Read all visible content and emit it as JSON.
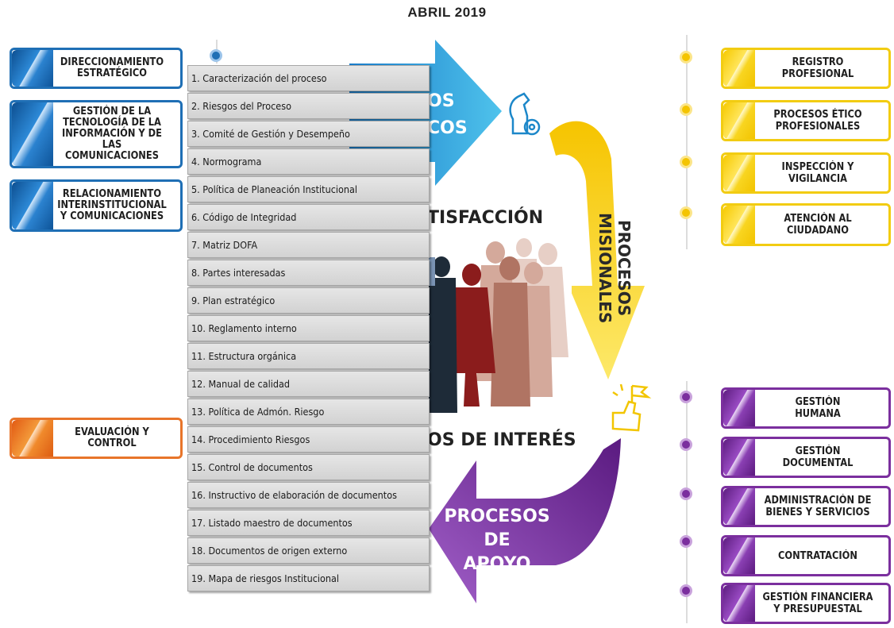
{
  "header": {
    "title": "ABRIL 2019"
  },
  "left_tabs": [
    {
      "label": "DIRECCIONAMIENTO\nESTRATÉGICO"
    },
    {
      "label": "GESTIÓN DE LA\nTECNOLOGÍA DE LA\nINFORMACIÓN Y DE LAS\nCOMUNICACIONES"
    },
    {
      "label": "RELACIONAMIENTO\nINTERINSTITUCIONAL\nY COMUNICACIONES"
    },
    {
      "label": "EVALUACIÓN Y\nCONTROL"
    }
  ],
  "right_misionales": [
    {
      "label": "REGISTRO\nPROFESIONAL"
    },
    {
      "label": "PROCESOS ÉTICO\nPROFESIONALES"
    },
    {
      "label": "INSPECCIÓN Y\nVIGILANCIA"
    },
    {
      "label": "ATENCIÓN AL\nCIUDADANO"
    }
  ],
  "right_apoyo": [
    {
      "label": "GESTIÓN\nHUMANA"
    },
    {
      "label": "GESTIÓN\nDOCUMENTAL"
    },
    {
      "label": "ADMINISTRACIÓN DE\nBIENES Y SERVICIOS"
    },
    {
      "label": "CONTRATACIÓN"
    },
    {
      "label": "GESTIÓN FINANCIERA\nY PRESUPUESTAL"
    }
  ],
  "center": {
    "estrategicos_line1": "OS",
    "estrategicos_line2": "COS",
    "satisfaccion": "TISFACCIÓN",
    "misionales_line1": "PROCESOS",
    "misionales_line2": "MISIONALES",
    "interes": "OS DE INTERÉS",
    "apoyo": "PROCESOS DE\nAPOYO"
  },
  "documents": [
    "1. Caracterización del proceso",
    "2. Riesgos del Proceso",
    "3. Comité de Gestión y Desempeño",
    "4.  Normograma",
    "5. Política de Planeación Institucional",
    "6. Código de Integridad",
    "7. Matriz DOFA",
    "8. Partes interesadas",
    "9. Plan estratégico",
    "10. Reglamento interno",
    "11. Estructura orgánica",
    "12. Manual de calidad",
    "13. Política de Admón. Riesgo",
    "14.  Procedimiento Riesgos",
    "15. Control de documentos",
    "16. Instructivo de elaboración de documentos",
    "17.  Listado maestro de documentos",
    "18. Documentos de origen externo",
    "19. Mapa de riesgos Institucional"
  ],
  "colors": {
    "blue": "#1f6fb5",
    "yellow": "#f4c400",
    "purple": "#7b2f9e",
    "orange": "#e8752a",
    "list_gray": "#d9d9d9"
  },
  "icons": [
    "chess-knight-gear-icon",
    "thumbs-up-flag-icon"
  ]
}
